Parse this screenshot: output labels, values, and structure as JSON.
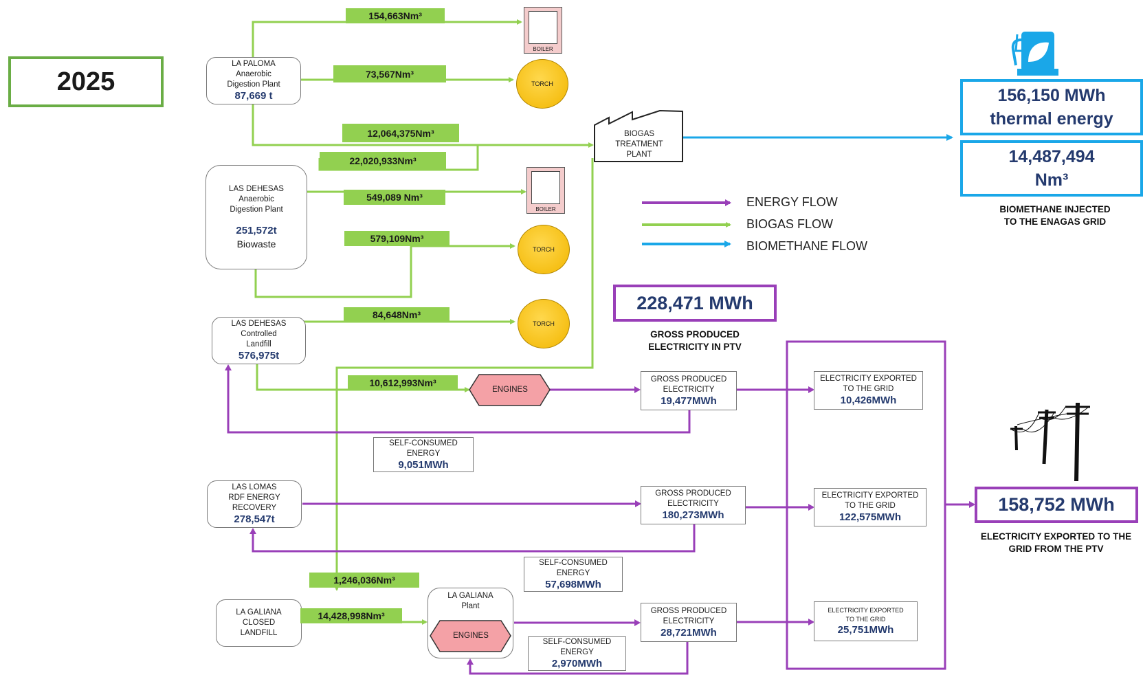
{
  "year": "2025",
  "colors": {
    "biogas": "#92d050",
    "biomethane": "#1aa7e8",
    "energy": "#993fb8",
    "value_text": "#243a6e"
  },
  "nodes": {
    "la_paloma": {
      "line1": "LA PALOMA",
      "line2": "Anaerobic",
      "line3": "Digestion Plant",
      "value": "87,669 t"
    },
    "las_dehesas_ad": {
      "line1": "LAS DEHESAS",
      "line2": "Anaerobic",
      "line3": "Digestion Plant",
      "value": "251,572t",
      "note": "Biowaste"
    },
    "las_dehesas_landfill": {
      "line1": "LAS DEHESAS",
      "line2": "Controlled",
      "line3": "Landfill",
      "value": "576,975t"
    },
    "las_lomas": {
      "line1": "LAS LOMAS",
      "line2": "RDF ENERGY",
      "line3": "RECOVERY",
      "value": "278,547t"
    },
    "la_galiana_landfill": {
      "line1": "LA GALIANA",
      "line2": "CLOSED",
      "line3": "LANDFILL"
    },
    "la_galiana_plant": {
      "line1": "LA GALIANA",
      "line2": "Plant"
    },
    "biogas_treatment": {
      "line1": "BIOGAS",
      "line2": "TREATMENT",
      "line3": "PLANT"
    }
  },
  "equipment": {
    "boiler": "BOILER",
    "torch": "TORCH",
    "engines": "ENGINES"
  },
  "flows": {
    "paloma_boiler": "154,663Nm³",
    "paloma_torch": "73,567Nm³",
    "paloma_treatment": "12,064,375Nm³",
    "dehesas_treatment": "22,020,933Nm³",
    "dehesas_boiler": "549,089 Nm³",
    "dehesas_torch": "579,109Nm³",
    "landfill_torch": "84,648Nm³",
    "landfill_engines": "10,612,993Nm³",
    "treatment_galiana": "1,246,036Nm³",
    "galiana_engines": "14,428,998Nm³"
  },
  "electricity": {
    "gross_label": "GROSS PRODUCED",
    "gross_label2": "ELECTRICITY",
    "export_label": "ELECTRICITY EXPORTED",
    "export_label2": "TO THE GRID",
    "self_label": "SELF-CONSUMED",
    "self_label2": "ENERGY",
    "row1": {
      "gross": "19,477MWh",
      "exported": "10,426MWh",
      "self": "9,051MWh"
    },
    "row2": {
      "gross": "180,273MWh",
      "exported": "122,575MWh",
      "self": "57,698MWh"
    },
    "row3": {
      "gross": "28,721MWh",
      "exported": "25,751MWh",
      "self": "2,970MWh"
    }
  },
  "legend": {
    "energy": "ENERGY FLOW",
    "biogas": "BIOGAS FLOW",
    "biomethane": "BIOMETHANE FLOW"
  },
  "summary": {
    "thermal_value": "156,150 MWh",
    "thermal_label": "thermal energy",
    "nm3_value": "14,487,494",
    "nm3_unit": "Nm³",
    "biomethane_caption1": "BIOMETHANE INJECTED",
    "biomethane_caption2": "TO THE ENAGAS GRID",
    "gross_total": "228,471 MWh",
    "gross_caption1": "GROSS PRODUCED",
    "gross_caption2": "ELECTRICITY IN PTV",
    "exported_total": "158,752 MWh",
    "exported_caption1": "ELECTRICITY EXPORTED TO THE",
    "exported_caption2": "GRID FROM THE PTV"
  }
}
